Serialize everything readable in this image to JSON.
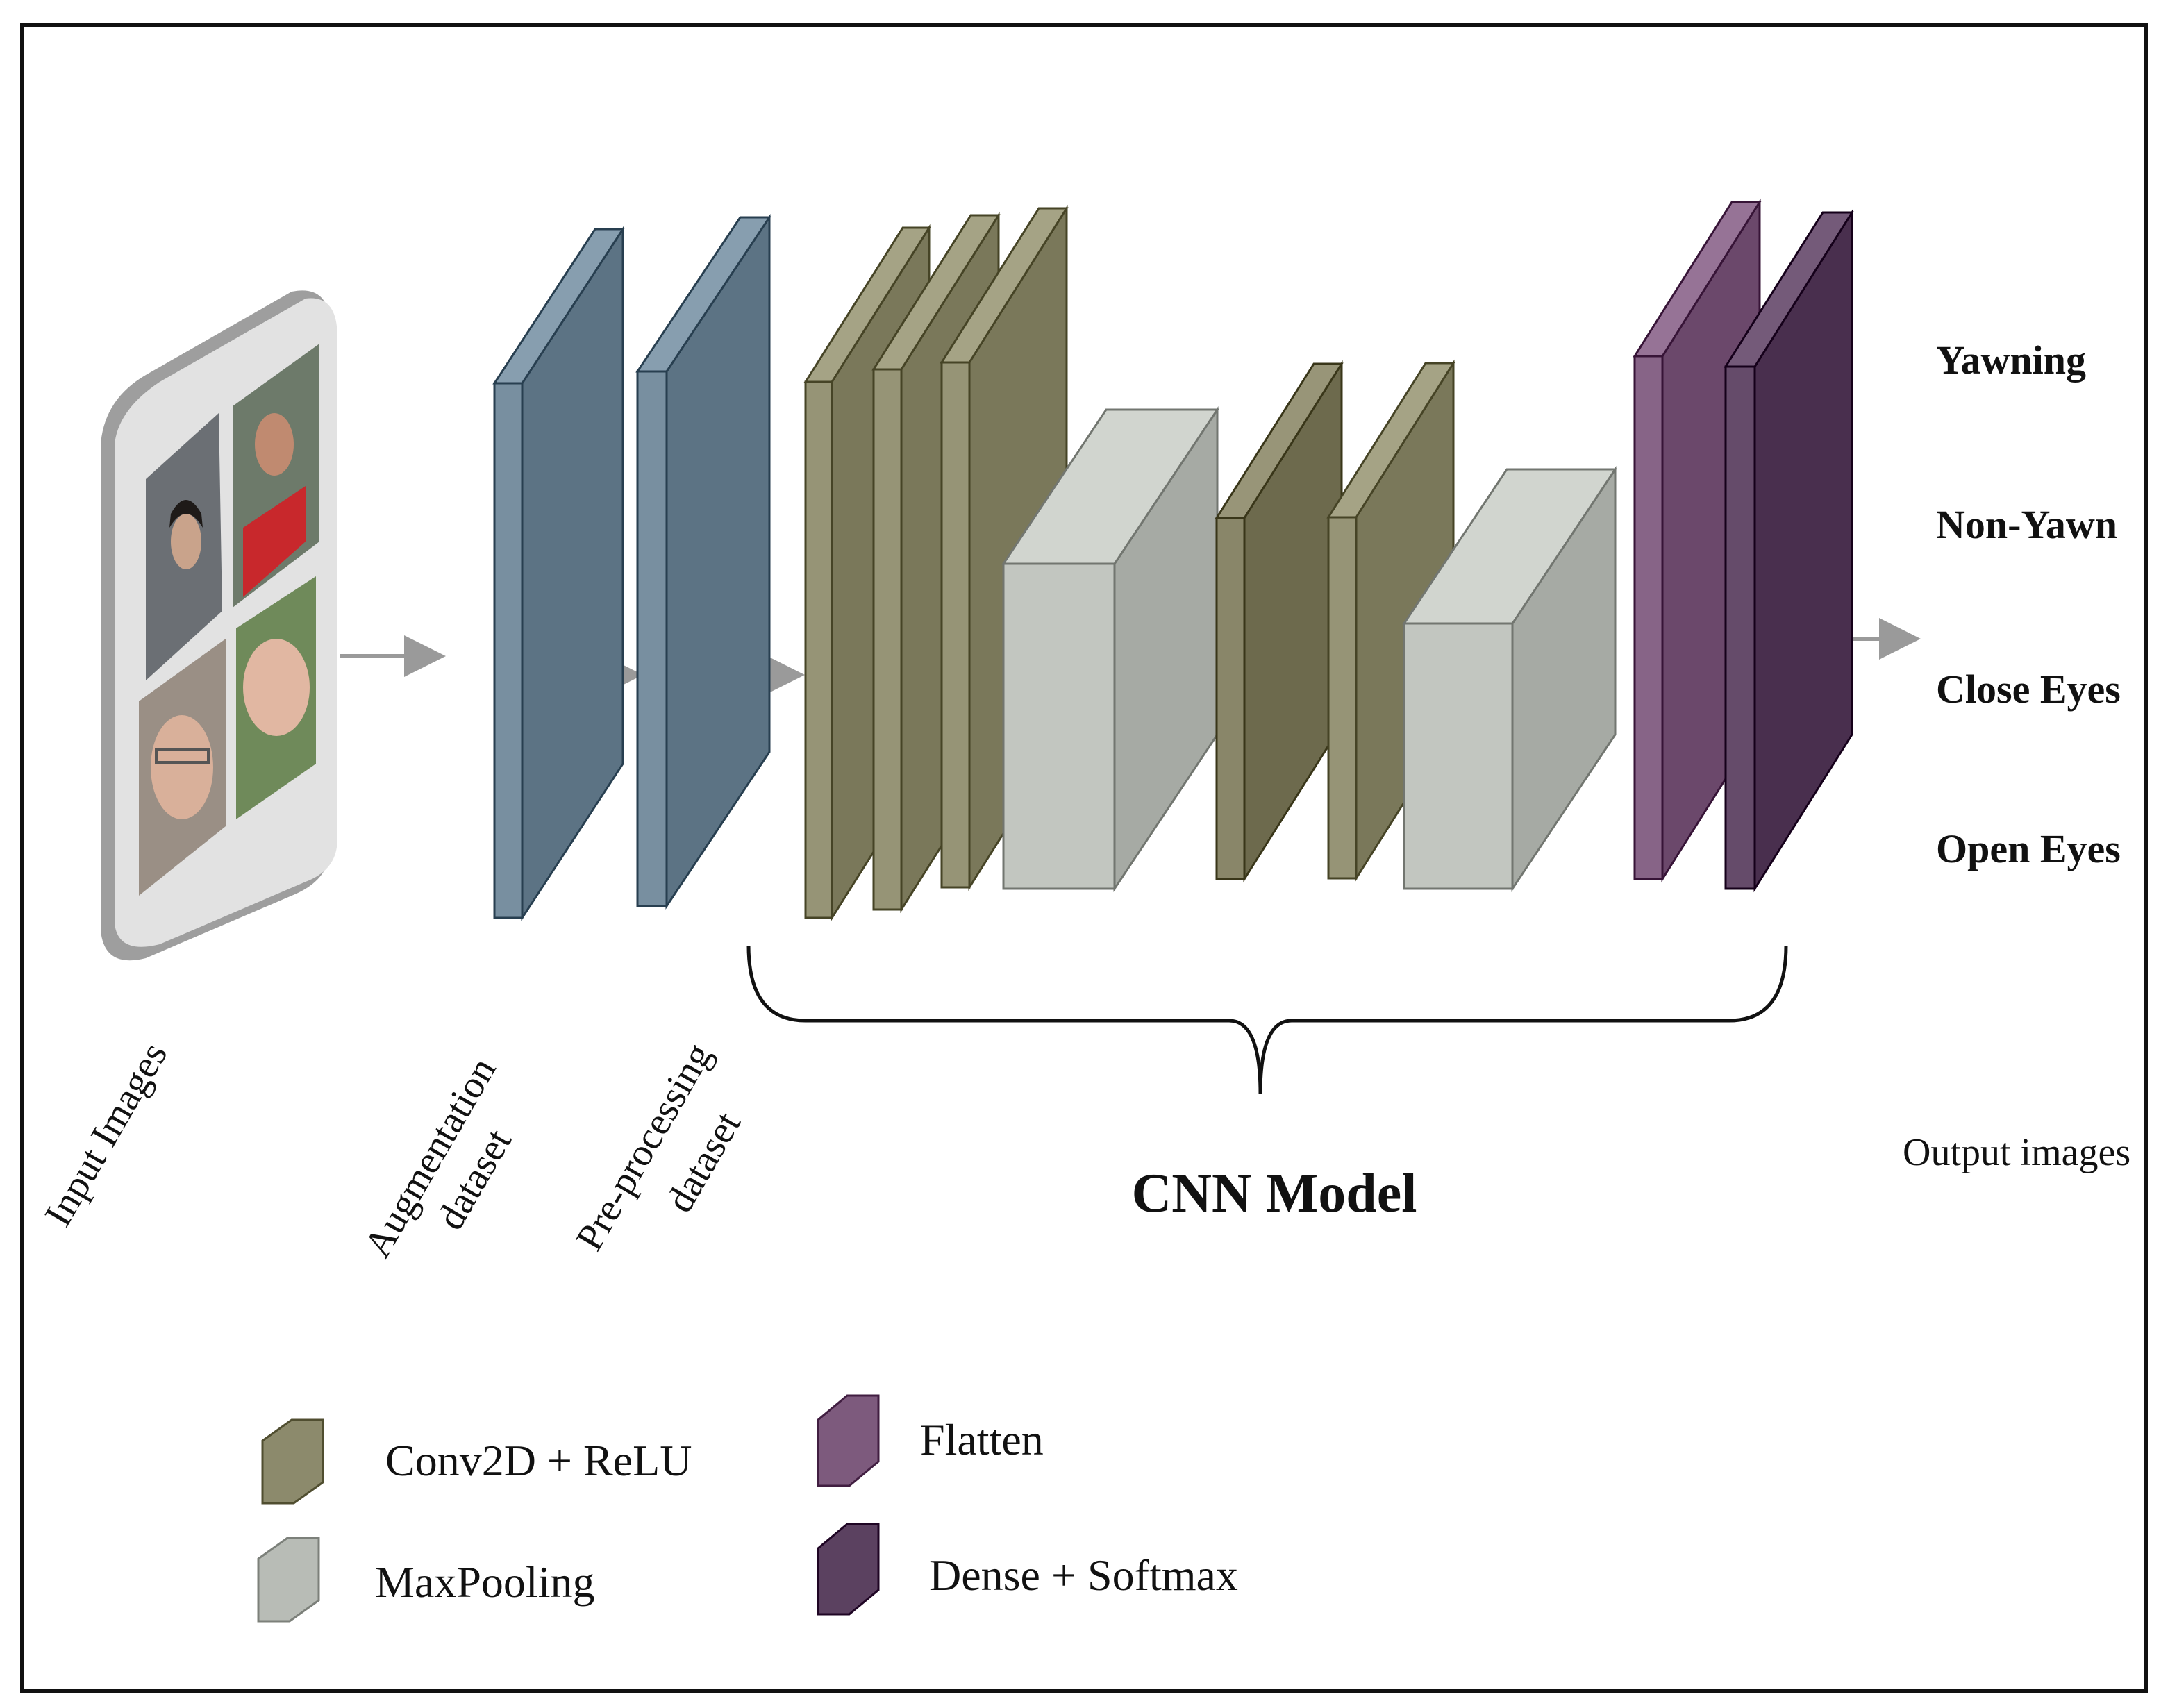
{
  "colors": {
    "augmentation": "#6e8596",
    "conv": "#8c8a6c",
    "conv_dark": "#7f7c5f",
    "maxpool": "#b8bcb6",
    "flatten": "#7d5a7d",
    "dense": "#5b4160",
    "arrow": "#9a9a9a",
    "frame": "#d8d8d8"
  },
  "stages": {
    "input": "Input Images",
    "augmentation": [
      "Augmentation",
      "dataset"
    ],
    "preprocessing": [
      "Pre-processing",
      "dataset"
    ]
  },
  "model_label": "CNN Model",
  "outputs": [
    "Yawning",
    "Non-Yawn",
    "Close Eyes",
    "Open Eyes"
  ],
  "output_caption": "Output images",
  "legend": [
    {
      "label": "Conv2D + ReLU",
      "color": "#8c8a6c"
    },
    {
      "label": "MaxPooling",
      "color": "#b8bcb6"
    },
    {
      "label": "Flatten",
      "color": "#7d5a7d"
    },
    {
      "label": "Dense + Softmax",
      "color": "#5b4160"
    }
  ]
}
